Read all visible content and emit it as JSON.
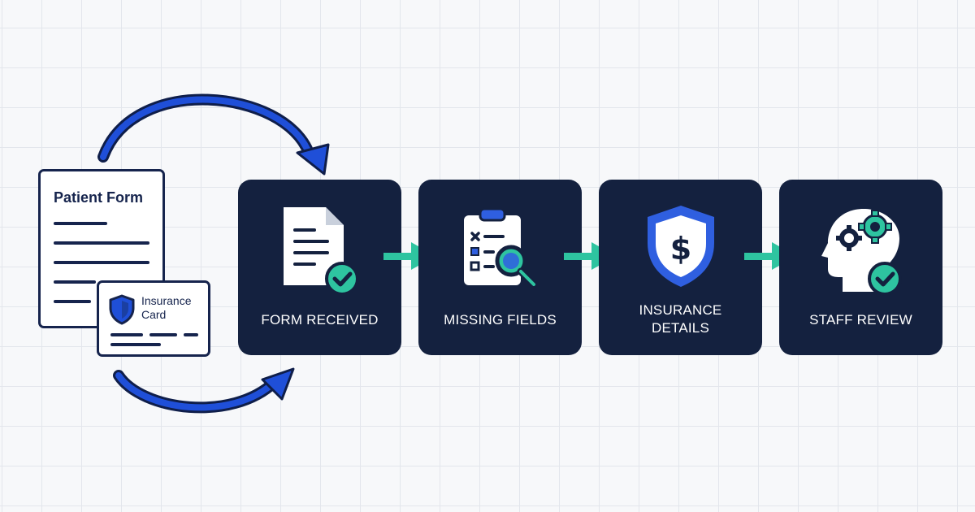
{
  "source_docs": {
    "patient_form_title": "Patient Form",
    "insurance_card_title": "Insurance Card"
  },
  "steps": [
    {
      "label": "FORM RECEIVED",
      "icon": "document-check-icon"
    },
    {
      "label": "MISSING FIELDS",
      "icon": "clipboard-search-icon"
    },
    {
      "label": "INSURANCE DETAILS",
      "icon": "dollar-shield-icon"
    },
    {
      "label": "STAFF REVIEW",
      "icon": "head-gears-check-icon"
    }
  ],
  "colors": {
    "box": "#14213f",
    "accent_teal": "#2ec4a0",
    "arrow_blue": "#1f4fd8",
    "ink": "#16244d",
    "grid": "#e3e6ec"
  }
}
